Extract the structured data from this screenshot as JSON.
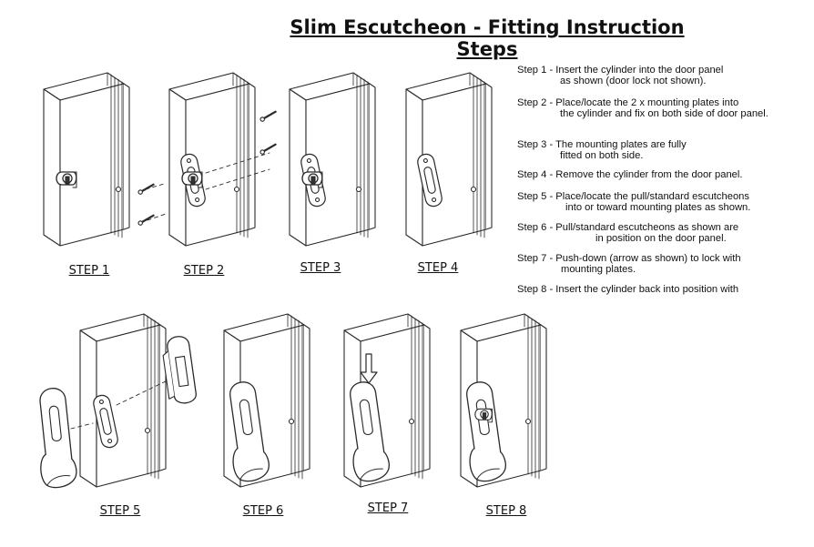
{
  "title": "Slim Escutcheon - Fitting Instruction Steps",
  "instructions": [
    {
      "lead": "Step 1 - Insert the cylinder into the door panel",
      "cont": "as shown (door lock not shown).",
      "indent": 47
    },
    {
      "lead": "Step 2 - Place/locate the 2 x mounting plates into",
      "cont": "the cylinder and fix on both side of door panel.",
      "indent": 47
    },
    {
      "lead": "Step 3 - The mounting plates are fully",
      "cont": "fitted on both side.",
      "indent": 47
    },
    {
      "lead": "Step 4 - Remove the cylinder from the door panel.",
      "cont": "",
      "indent": 0
    },
    {
      "lead": "Step 5 - Place/locate the pull/standard escutcheons",
      "cont": "into or toward mounting plates as shown.",
      "indent": 53
    },
    {
      "lead": "Step 6 - Pull/standard escutcheons as shown are",
      "cont": "in position on the door panel.",
      "indent": 86
    },
    {
      "lead": "Step 7 - Push-down (arrow as shown) to lock with",
      "cont": "mounting plates.",
      "indent": 48
    },
    {
      "lead": "Step 8 - Insert the cylinder back into position with",
      "cont": "",
      "indent": 0
    }
  ],
  "step_labels": [
    "STEP 1",
    "STEP 2",
    "STEP 3",
    "STEP 4",
    "STEP 5",
    "STEP 6",
    "STEP 7",
    "STEP 8"
  ],
  "colors": {
    "line": "#2a2a2a",
    "fill": "#ffffff",
    "shade": "#e6e6e6"
  }
}
